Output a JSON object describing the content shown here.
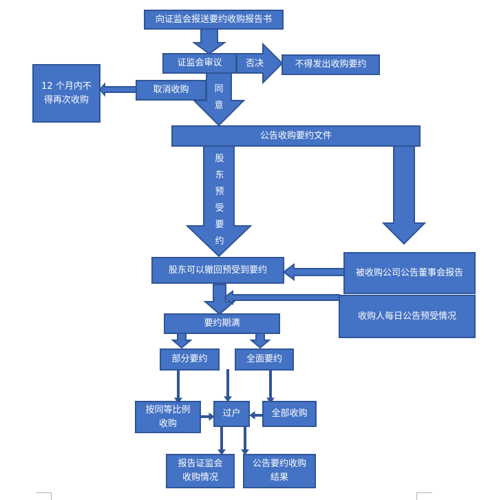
{
  "diagram": {
    "title": "",
    "colors": {
      "fill": "#4472c4",
      "stroke": "#2f5597",
      "text": "#ffffff"
    },
    "nodes": {
      "submit_report": "向证监会报送要约收购报告书",
      "csrc_review": "证监会审议",
      "no_offer": "不得发出收购要约",
      "cancel_acquisition": "取消收购",
      "no_reacquire": "12 个月内不得再次收购",
      "announce_offer": "公告收购要约文件",
      "withdraw_acceptance": "股东可以撤回预受到要约",
      "target_board_report": "被收购公司公告董事会报告",
      "daily_announcement": "收购人每日公告预受情况",
      "offer_expiry": "要约期满",
      "partial_offer": "部分要约",
      "full_offer": "全面要约",
      "pro_rata": "按同等比例收购",
      "transfer": "过户",
      "full_acquisition": "全部收购",
      "report_csrc": "报告证监会收购情况",
      "announce_result": "公告要约收购结果"
    },
    "arrow_labels": {
      "reject": "否决",
      "agree": "同意",
      "shareholder_accept": "股东预受要约"
    }
  }
}
